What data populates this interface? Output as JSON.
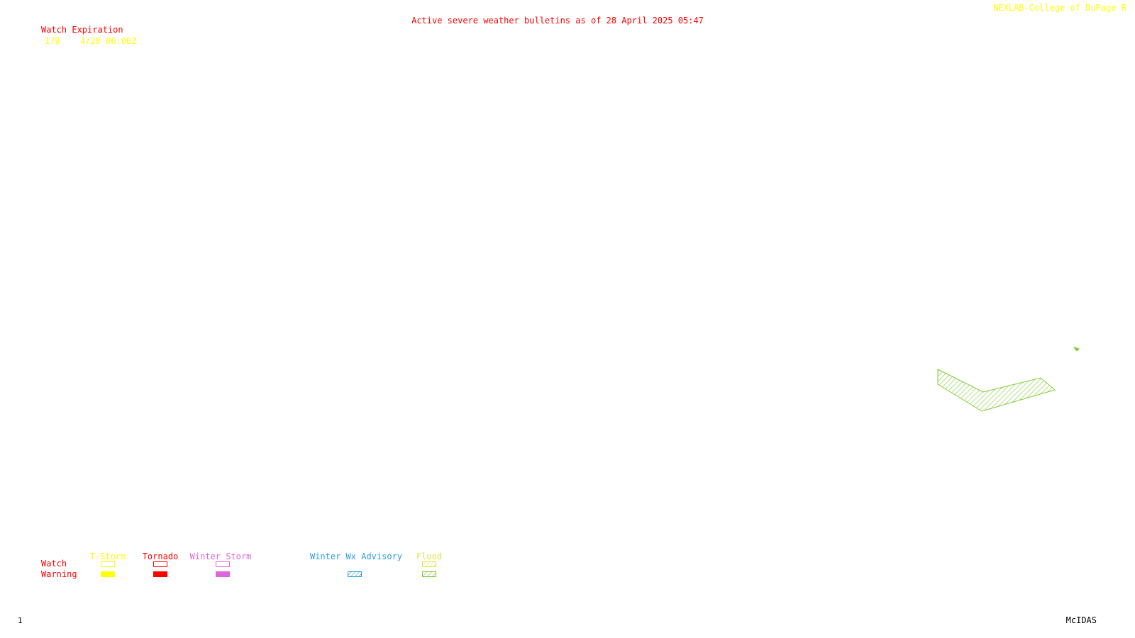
{
  "header": {
    "title": "Active severe weather bulletins as of 28 April 2025 05:47",
    "brand": "NEXLAB-College of DuPage R"
  },
  "watch_list": {
    "header": "Watch Expiration",
    "watches": [
      {
        "number": "179",
        "expiration": "4/28 06:00Z"
      }
    ]
  },
  "legend": {
    "row_labels": {
      "watch": "Watch",
      "warning": "Warning"
    },
    "categories": [
      {
        "label": "T-Storm",
        "color": "#ffff00",
        "watch_style": "outline",
        "warning_style": "solid"
      },
      {
        "label": "Tornado",
        "color": "#ff0000",
        "watch_style": "outline",
        "warning_style": "solid"
      },
      {
        "label": "Winter Storm",
        "color": "#dd66dd",
        "watch_style": "outline",
        "warning_style": "solid"
      },
      {
        "label": "Winter Wx Advisory",
        "color": "#2a9de6",
        "watch_style": "none",
        "warning_style": "hatched"
      },
      {
        "label": "Flood",
        "color": "#e3e34a",
        "warning_color": "#7fcc33",
        "watch_style": "hatched",
        "warning_style": "hatched"
      }
    ]
  },
  "map": {
    "active_polygons": [
      {
        "type": "Flood Warning",
        "color": "#7fcc33",
        "fill": "hatched"
      }
    ]
  },
  "footer": {
    "frame_number": "1",
    "software": "McIDAS"
  }
}
